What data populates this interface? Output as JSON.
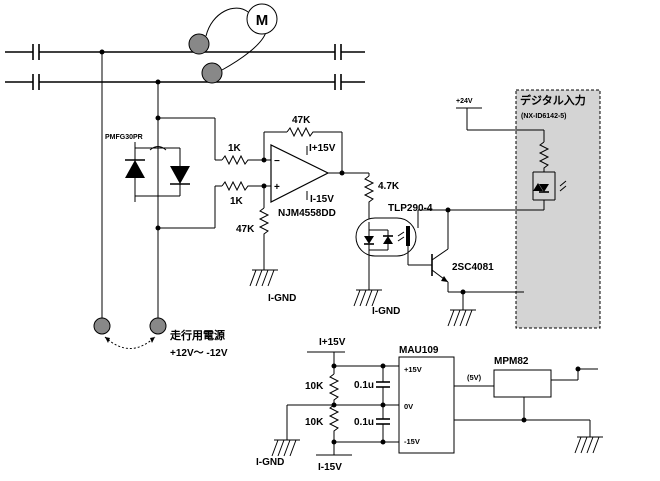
{
  "motor": {
    "label": "M"
  },
  "diode_module": {
    "label": "PMFG30PR"
  },
  "opamp": {
    "part": "NJM4558DD",
    "feedback_resistor": "47K",
    "input_resistor_1": "1K",
    "input_resistor_2": "1K",
    "ground_resistor": "47K",
    "supply_pos": "I+15V",
    "supply_neg": "I-15V",
    "pin_minus": "−",
    "pin_plus": "+"
  },
  "output_resistor": "4.7K",
  "photocoupler": {
    "part": "TLP290-4"
  },
  "transistor": {
    "part": "2SC4081"
  },
  "grounds": {
    "opamp": "I-GND",
    "coupler": "I-GND",
    "power": "I-GND"
  },
  "digital_input": {
    "title": "デジタル入力",
    "part": "(NX-ID6142-5)",
    "supply": "+24V"
  },
  "track_supply": {
    "title": "走行用電源",
    "range": "+12V～ -12V"
  },
  "dc_dc": {
    "part": "MAU109",
    "pin_pos": "+15V",
    "pin_zero": "0V",
    "pin_neg": "-15V",
    "upper_resistor": "10K",
    "lower_resistor": "10K",
    "upper_capacitor": "0.1u",
    "lower_capacitor": "0.1u",
    "out_pos": "I+15V",
    "out_neg": "I-15V"
  },
  "regulator": {
    "part": "MPM82",
    "output": "(5V)"
  }
}
